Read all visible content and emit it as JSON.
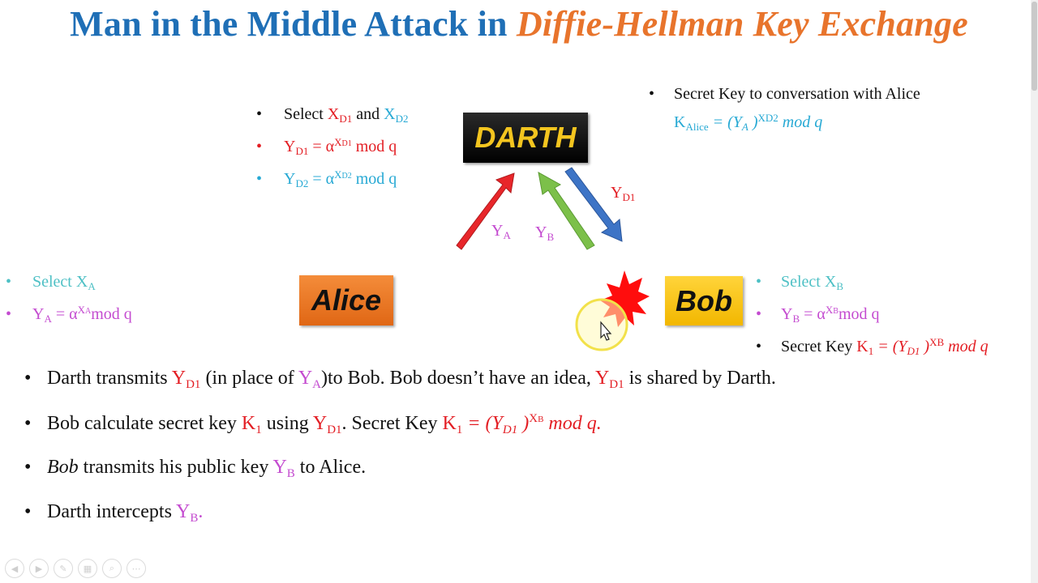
{
  "title": {
    "part1": "Man in the Middle Attack in ",
    "part2": "Diffie-Hellman Key Exchange"
  },
  "darth_steps": {
    "select_text": "Select ",
    "x": "X",
    "d1": "D1",
    "and": " and ",
    "d2": "D2",
    "y": "Y",
    "eq": " = α",
    "mod": " mod q"
  },
  "darth_secret": {
    "line1": "Secret Key to conversation with Alice",
    "k": "K",
    "alice_sub": "Alice",
    "eq": " = (Y",
    "a_sub": "A",
    "close": " )",
    "exp": "XD2",
    "mod": " mod q"
  },
  "boxes": {
    "darth": "DARTH",
    "alice": "Alice",
    "bob": "Bob"
  },
  "arrow_labels": {
    "ya_main": "Y",
    "ya_sub": "A",
    "yb_main": "Y",
    "yb_sub": "B",
    "yd1_main": "Y",
    "yd1_sub": "D1"
  },
  "alice_steps": {
    "select": "Select X",
    "a_sub": "A",
    "y": "Y",
    "eq": " = α",
    "exp_x": "X",
    "exp_sub": "A",
    "mod": "mod q"
  },
  "bob_steps": {
    "select": "Select X",
    "b_sub": "B",
    "y": "Y",
    "eq": " = α",
    "exp_x": "X",
    "exp_sub": "B",
    "mod": "mod q",
    "secret": "Secret Key ",
    "k": "K",
    "k_sub": "1",
    "k_eq": " = (Y",
    "d1": "D1",
    "close": " )",
    "kexp": "XB",
    "kmod": " mod q"
  },
  "bullets": [
    {
      "a": "Darth transmits ",
      "b": "Y",
      "b_sub": "D1",
      "c": " (in place of ",
      "d": "Y",
      "d_sub": "A",
      "e": ")to Bob. Bob doesn’t have an idea, ",
      "f": "Y",
      "f_sub": "D1",
      "g": " is shared by Darth."
    },
    {
      "a": "Bob calculate secret key ",
      "b": "K",
      "b_sub": "1",
      "c": " using ",
      "d": "Y",
      "d_sub": "D1",
      "e": ". Secret Key ",
      "f": "K",
      "f_sub": "1",
      "g": " = (Y",
      "g_sub": "D1",
      "h": " )",
      "h_sup": "X",
      "h_sup_sub": "B",
      "i": " mod q."
    },
    {
      "a": "Bob",
      "b": " transmits his public key ",
      "c": "Y",
      "c_sub": "B",
      "d": " to Alice."
    },
    {
      "a": "Darth intercepts ",
      "b": "Y",
      "b_sub": "B",
      "c": "."
    }
  ],
  "colors": {
    "title_blue": "#1f6fb6",
    "title_orange": "#e8742c",
    "red": "#e31e24",
    "cyan": "#27a9d4",
    "magenta": "#c44bd0",
    "arrow_red": "#e8262a",
    "arrow_green": "#7cc04a",
    "arrow_blue": "#3d74c6"
  },
  "icons": [
    "cursor-icon",
    "explosion-icon",
    "nav-prev-icon",
    "nav-next-icon",
    "pen-icon",
    "slides-icon",
    "zoom-icon",
    "more-icon"
  ]
}
